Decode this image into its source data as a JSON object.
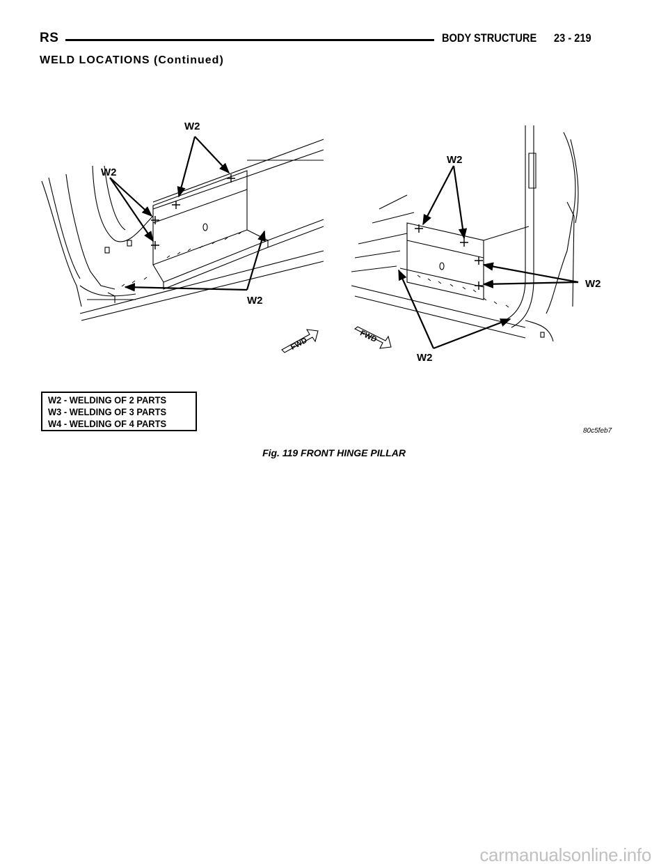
{
  "header": {
    "code": "RS",
    "section": "BODY STRUCTURE",
    "page": "23 - 219"
  },
  "subtitle": "WELD LOCATIONS (Continued)",
  "figure": {
    "callout_label": "W2",
    "fwd_label": "FWD",
    "legend": [
      "W2 - WELDING OF 2 PARTS",
      "W3 - WELDING OF 3 PARTS",
      "W4 - WELDING OF 4 PARTS"
    ],
    "figure_id": "80c5feb7",
    "caption": "Fig. 119 FRONT HINGE PILLAR"
  },
  "footer": {
    "watermark": "carmanualsonline.info"
  }
}
